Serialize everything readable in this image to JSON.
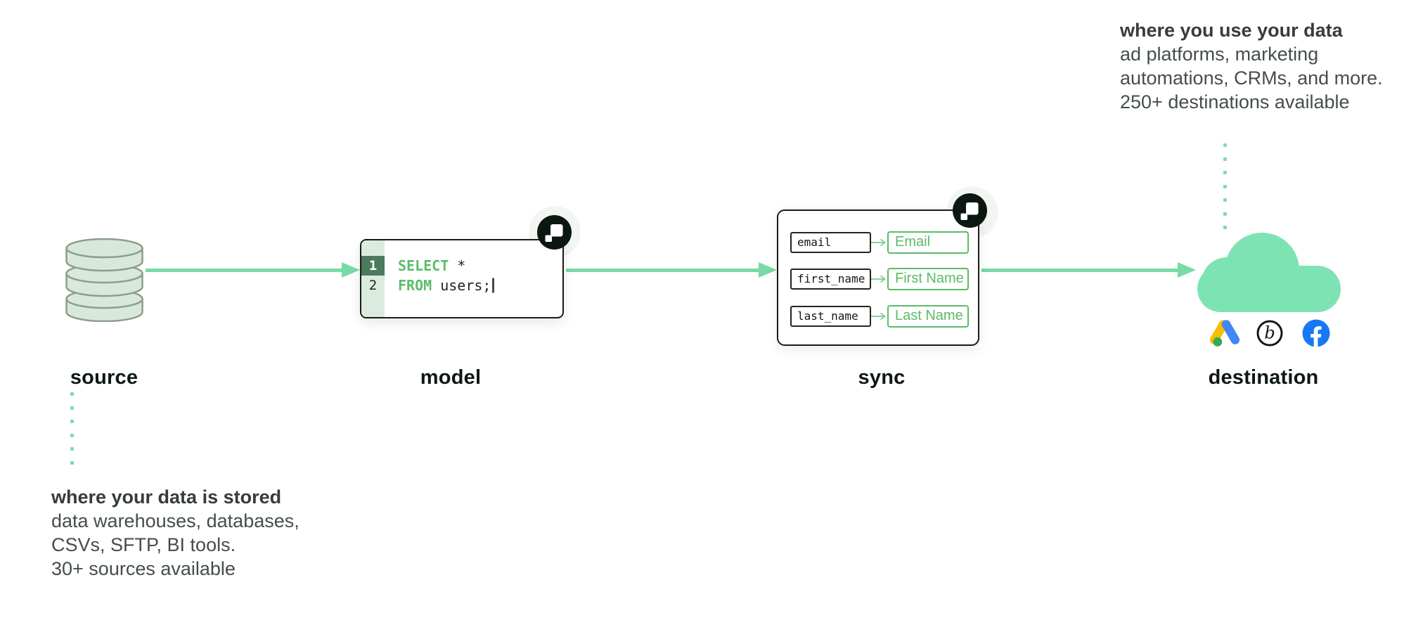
{
  "diagram_title": "data pipeline: source to model to sync to destination",
  "colors": {
    "mint_green_arrows": "#78daa7",
    "cloud_green": "#7ee3b3",
    "code_keyword_green": "#5cbd68",
    "mapping_green": "#5bbb64",
    "line_highlight_green": "#4b7a5f",
    "gutter_green": "#dcebe0",
    "database_fill": "#d8e8db",
    "database_stroke": "#8d9c90",
    "badge_dark": "#0d1711",
    "facebook_blue": "#1877f2",
    "google_blue": "#4285f4",
    "google_yellow": "#fbbc04",
    "google_green": "#34a853",
    "text_body": "#454e49",
    "text_heading": "#353d39"
  },
  "source": {
    "label": "source",
    "icon": "database-icon",
    "note": {
      "heading": "where your data is stored",
      "lines": [
        "data warehouses, databases,",
        "CSVs, SFTP, BI tools.",
        "30+ sources available"
      ]
    }
  },
  "model": {
    "label": "model",
    "badge_icon": "hightouch-logo",
    "code": {
      "language": "sql",
      "lines": [
        {
          "number": "1",
          "keyword": "SELECT",
          "rest": " *"
        },
        {
          "number": "2",
          "keyword": "FROM",
          "rest": " users;"
        }
      ]
    }
  },
  "sync": {
    "label": "sync",
    "badge_icon": "hightouch-logo",
    "mappings": [
      {
        "from": "email",
        "to": "Email"
      },
      {
        "from": "first_name",
        "to": "First Name"
      },
      {
        "from": "last_name",
        "to": "Last Name"
      }
    ]
  },
  "destination": {
    "label": "destination",
    "icon": "cloud-icon",
    "logos": [
      "google-ads",
      "braze",
      "facebook"
    ],
    "note": {
      "heading": "where you use your data",
      "lines": [
        "ad platforms, marketing",
        "automations, CRMs, and more.",
        "250+ destinations available"
      ]
    }
  }
}
